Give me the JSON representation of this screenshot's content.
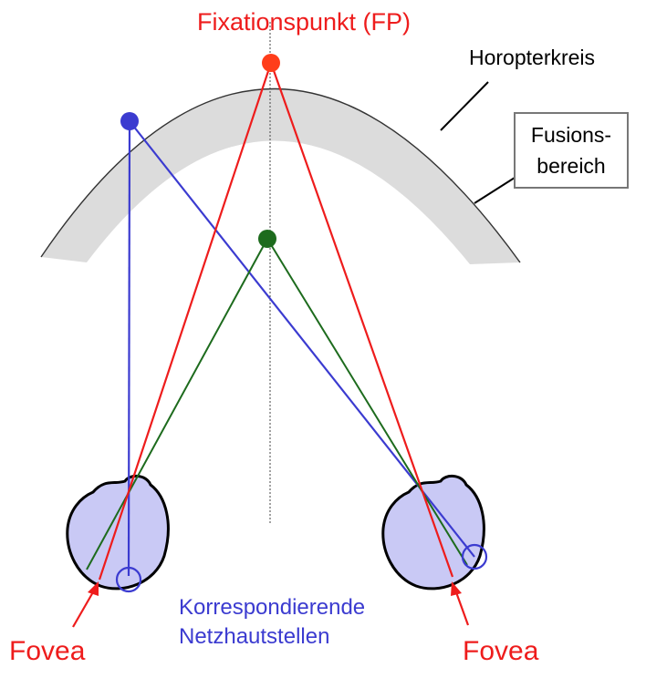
{
  "labels": {
    "fixation_point": "Fixationspunkt (FP)",
    "horopter": "Horopterkreis",
    "fusion_line1": "Fusions-",
    "fusion_line2": "bereich",
    "corresponding_line1": "Korrespondierende",
    "corresponding_line2": "Netzhautstellen",
    "fovea_left": "Fovea",
    "fovea_right": "Fovea"
  },
  "colors": {
    "fixation": "#ee1c1c",
    "corresponding": "#3b3bd0",
    "near_point": "#1d6b1d",
    "fusion_band": "#dcdcdc",
    "eyeball": "#c9c9f5",
    "text": "#000000"
  }
}
